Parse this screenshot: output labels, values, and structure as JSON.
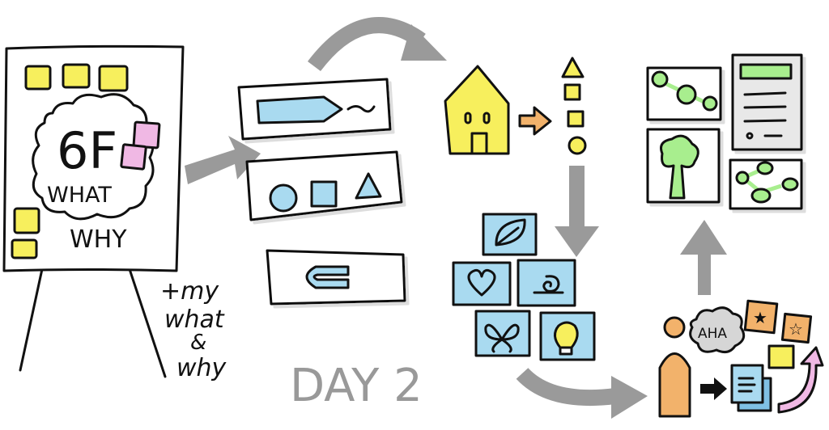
{
  "flipchart": {
    "title": "6F",
    "line1": "WHAT",
    "line2": "WHY"
  },
  "note": {
    "line1": "+my",
    "line2": "what",
    "line3": "&",
    "line4": "why"
  },
  "day_label": "DAY 2",
  "thought": "AHA",
  "colors": {
    "yellow": "#f7ef5d",
    "pink": "#f0b8e4",
    "blue": "#a9daf0",
    "green": "#a8ee8e",
    "orange": "#f2b26b",
    "arrow_gray": "#9a9a9a"
  }
}
